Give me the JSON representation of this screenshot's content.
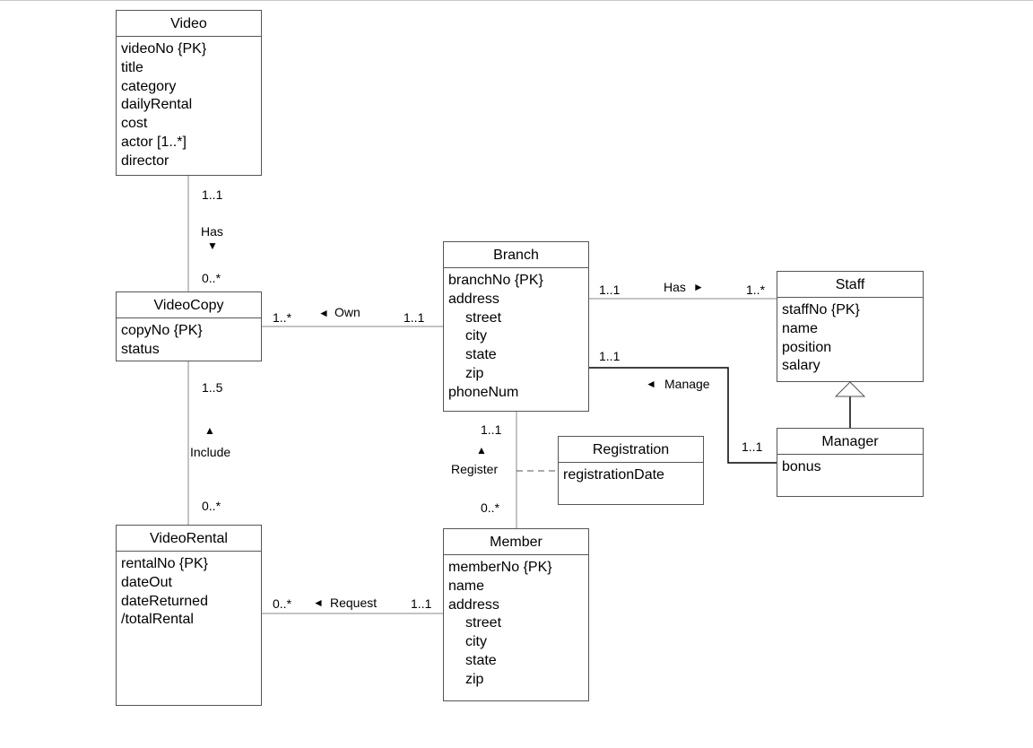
{
  "classes": {
    "video": {
      "name": "Video",
      "attributes": [
        "videoNo {PK}",
        "title",
        "category",
        "dailyRental",
        "cost",
        "actor [1..*]",
        "director"
      ]
    },
    "videocopy": {
      "name": "VideoCopy",
      "attributes": [
        "copyNo {PK}",
        "status"
      ]
    },
    "videorental": {
      "name": "VideoRental",
      "attributes": [
        "rentalNo {PK}",
        "dateOut",
        "dateReturned",
        "/totalRental"
      ]
    },
    "branch": {
      "name": "Branch",
      "attributes": [
        "branchNo {PK}",
        "address",
        "street",
        "city",
        "state",
        "zip",
        "phoneNum"
      ]
    },
    "staff": {
      "name": "Staff",
      "attributes": [
        "staffNo {PK}",
        "name",
        "position",
        "salary"
      ]
    },
    "manager": {
      "name": "Manager",
      "attributes": [
        "bonus"
      ]
    },
    "registration": {
      "name": "Registration",
      "attributes": [
        "registrationDate"
      ]
    },
    "member": {
      "name": "Member",
      "attributes": [
        "memberNo {PK}",
        "name",
        "address",
        "street",
        "city",
        "state",
        "zip"
      ]
    }
  },
  "associations": {
    "video_has": {
      "name": "Has",
      "arrow": "▼",
      "mult_top": "1..1",
      "mult_bottom": "0..*"
    },
    "own": {
      "name": "Own",
      "arrow": "◄",
      "mult_left": "1..*",
      "mult_right": "1..1"
    },
    "include": {
      "name": "Include",
      "arrow": "▲",
      "mult_top": "1..5",
      "mult_bottom": "0..*"
    },
    "request": {
      "name": "Request",
      "arrow": "◄",
      "mult_left": "0..*",
      "mult_right": "1..1"
    },
    "staff_has": {
      "name": "Has",
      "arrow": "►",
      "mult_left": "1..1",
      "mult_right": "1..*"
    },
    "manage": {
      "name": "Manage",
      "arrow": "◄",
      "mult_branch": "1..1",
      "mult_manager": "1..1"
    },
    "register": {
      "name": "Register",
      "arrow": "▲",
      "mult_top": "1..1",
      "mult_bottom": "0..*"
    }
  },
  "colors": {
    "line": "#000000",
    "border": "#555555",
    "background": "#ffffff"
  }
}
